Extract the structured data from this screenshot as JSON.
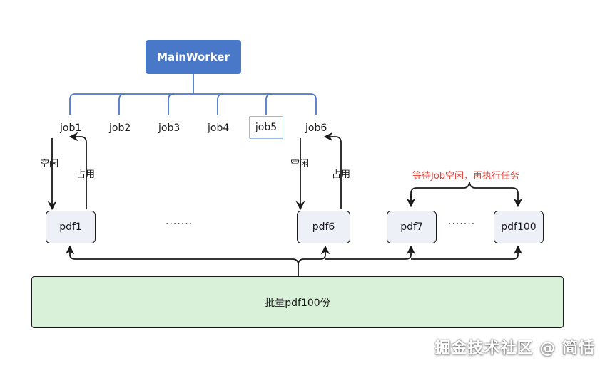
{
  "main_worker": "MainWorker",
  "jobs": [
    "job1",
    "job2",
    "job3",
    "job4",
    "job5",
    "job6"
  ],
  "pdfs": [
    "pdf1",
    "pdf6",
    "pdf7",
    "pdf100"
  ],
  "labels": {
    "idle_1": "空闲",
    "busy_1": "占用",
    "idle_6": "空闲",
    "busy_6": "占用"
  },
  "ellipsis_1": ".......",
  "ellipsis_2": ".......",
  "wait_note": "等待Job空闲，再执行任务",
  "batch_label": "批量pdf100份",
  "watermark": "掘金技术社区 @ 简恬",
  "colors": {
    "main_worker_fill": "#4a78c8",
    "tree_line": "#4a78c8",
    "batch_fill": "#d8f1d8",
    "pdf_fill": "#eef0f8",
    "wait_text": "#e0433c"
  }
}
